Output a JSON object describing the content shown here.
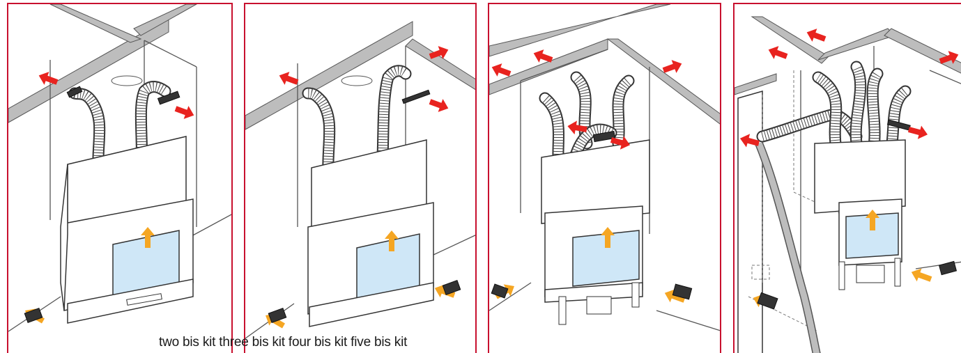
{
  "caption": "two bis kit three bis kit four bis kit five bis kit",
  "colors": {
    "panel_border": "#c8102e",
    "hot_air_arrow": "#e8231f",
    "cold_air_arrow": "#f5a623",
    "glass": "#cfe7f7"
  },
  "panels": [
    {
      "id": "two-bis-kit",
      "outlets": 2
    },
    {
      "id": "three-bis-kit",
      "outlets": 3
    },
    {
      "id": "four-bis-kit",
      "outlets": 4
    },
    {
      "id": "five-bis-kit",
      "outlets": 5
    }
  ]
}
